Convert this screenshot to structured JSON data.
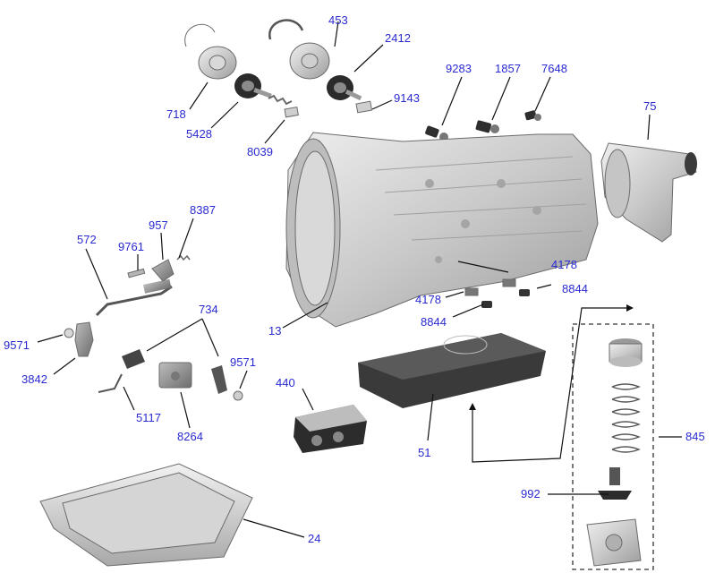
{
  "diagram": {
    "label_color": "#2a2ad0",
    "part_numbers": {
      "p453": "453",
      "p2412": "2412",
      "p718": "718",
      "p5428": "5428",
      "p8039": "8039",
      "p9143": "9143",
      "p9283": "9283",
      "p1857": "1857",
      "p7648": "7648",
      "p75": "75",
      "p8387": "8387",
      "p957": "957",
      "p9761": "9761",
      "p572": "572",
      "p4178a": "4178",
      "p4178b": "4178",
      "p8844a": "8844",
      "p8844b": "8844",
      "p734": "734",
      "p13": "13",
      "p9571a": "9571",
      "p9571b": "9571",
      "p3842": "3842",
      "p440": "440",
      "p5117": "5117",
      "p8264": "8264",
      "p51": "51",
      "p845": "845",
      "p992": "992",
      "p24": "24"
    }
  }
}
